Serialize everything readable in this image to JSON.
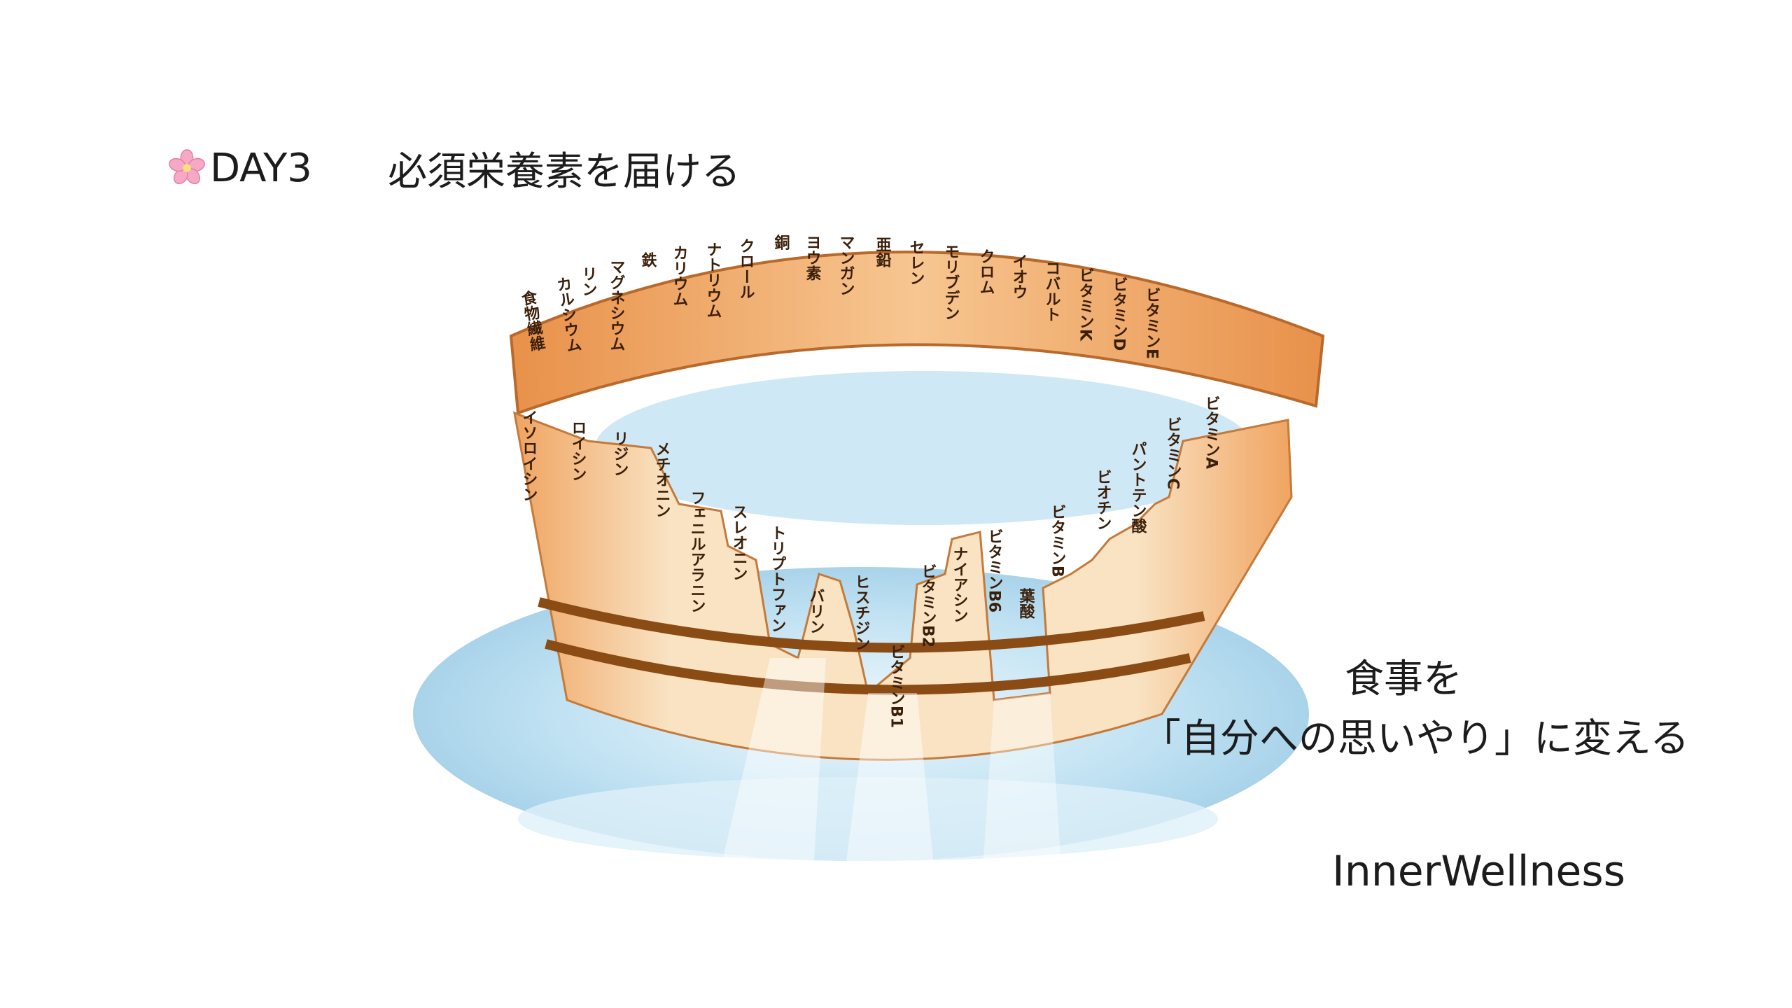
{
  "header": {
    "icon": "cherry-blossom-icon",
    "day": "DAY3",
    "title": "必須栄養素を届ける"
  },
  "barrel": {
    "back_rim_labels": [
      "食物繊維",
      "カルシウム",
      "リン",
      "マグネシウム",
      "鉄",
      "カリウム",
      "ナトリウム",
      "クロール",
      "銅",
      "ヨウ素",
      "マンガン",
      "亜鉛",
      "セレン",
      "モリブデン",
      "クロム",
      "イオウ",
      "コバルト",
      "ビタミンK",
      "ビタミンD",
      "ビタミンE"
    ],
    "left_staves": [
      "イソロイシン",
      "ロイシン",
      "リジン",
      "メチオニン",
      "フェニルアラニン",
      "スレオニン",
      "トリプトファン",
      "バリン",
      "ヒスチジン"
    ],
    "center_staves": [
      "ビタミンB1",
      "ビタミンB2",
      "ナイアシン",
      "ビタミンB6",
      "葉酸",
      "ビタミンB"
    ],
    "right_staves": [
      "ビオチン",
      "パントテン酸",
      "ビタミンC",
      "ビタミンA"
    ],
    "colors": {
      "wood_light": "#f9e2c0",
      "wood_orange": "#e8914a",
      "band": "#8a4b14",
      "water": "#a9d3ea",
      "label": "#3a1f0a"
    }
  },
  "message": {
    "line1": "食事を",
    "line2": "「自分への思いやり」に変える"
  },
  "brand": "InnerWellness"
}
